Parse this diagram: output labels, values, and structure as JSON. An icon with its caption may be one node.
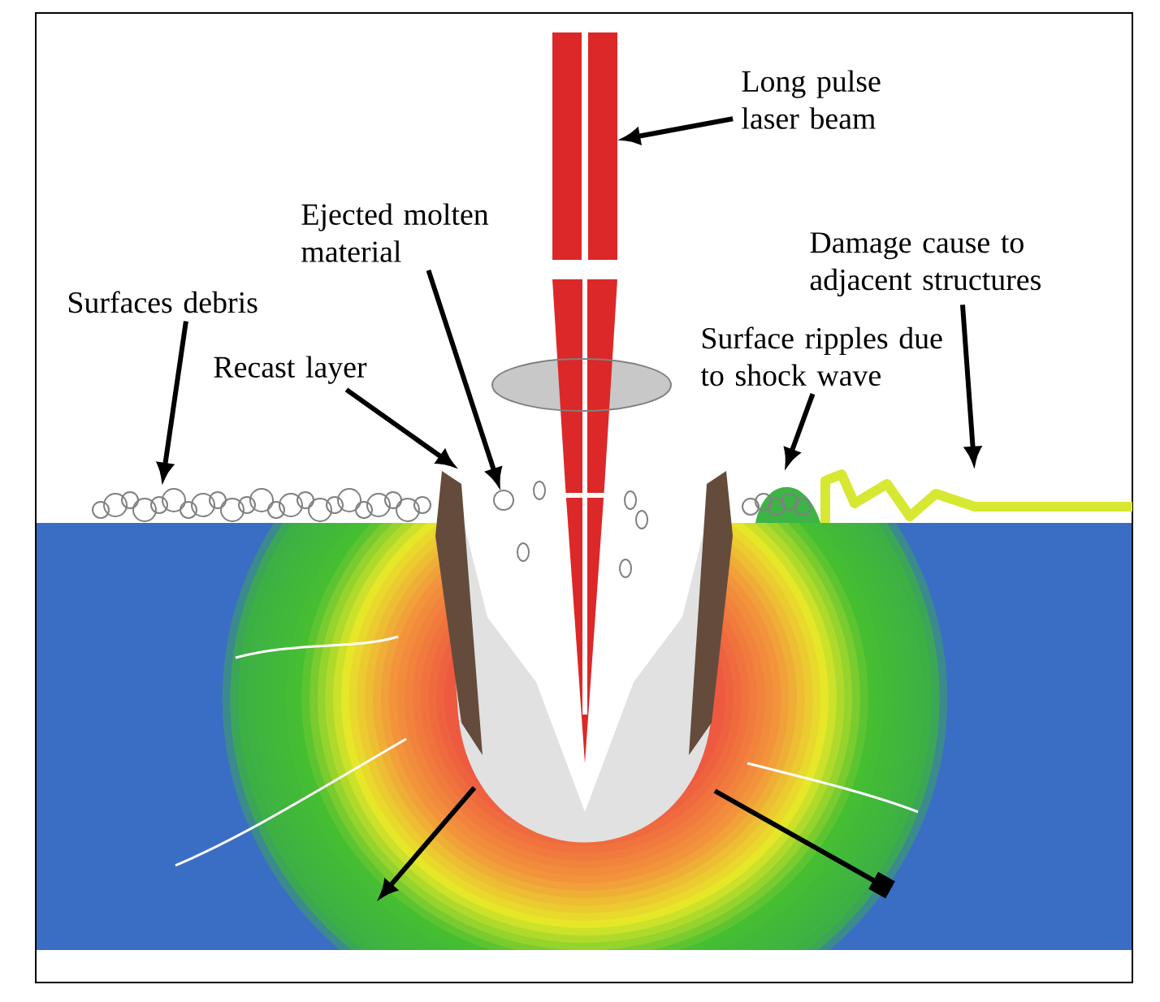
{
  "diagram": {
    "nodes": [
      {
        "text": [
          "Long pulse laser beam"
        ]
      },
      {
        "text": [
          "Ejected molten material"
        ]
      },
      {
        "text": [
          "Damage cause to adjacent structures"
        ]
      },
      {
        "text": [
          "Surfaces debris"
        ]
      },
      {
        "text": [
          "Recast layer"
        ]
      },
      {
        "text": [
          "Surface ripples due to shock wave"
        ]
      },
      {
        "text": [],
        "shape": "picture"
      },
      {
        "text": [],
        "shape": "picture"
      },
      {
        "text": [],
        "shape": "picture"
      },
      {
        "text": [],
        "shape": "circle"
      },
      {
        "text": [],
        "shape": "picture"
      },
      {
        "text": [],
        "shape": "picture"
      }
    ],
    "edges": [
      {
        "from": 0,
        "to": 6,
        "arrow": "to"
      },
      {
        "from": 1,
        "to": 9,
        "arrow": "to"
      },
      {
        "from": 2,
        "to": 11,
        "arrow": "to"
      },
      {
        "from": 3,
        "to": 7,
        "arrow": "to"
      },
      {
        "from": 4,
        "to": 8,
        "arrow": "to"
      },
      {
        "from": 5,
        "to": 10,
        "arrow": "to"
      }
    ]
  }
}
